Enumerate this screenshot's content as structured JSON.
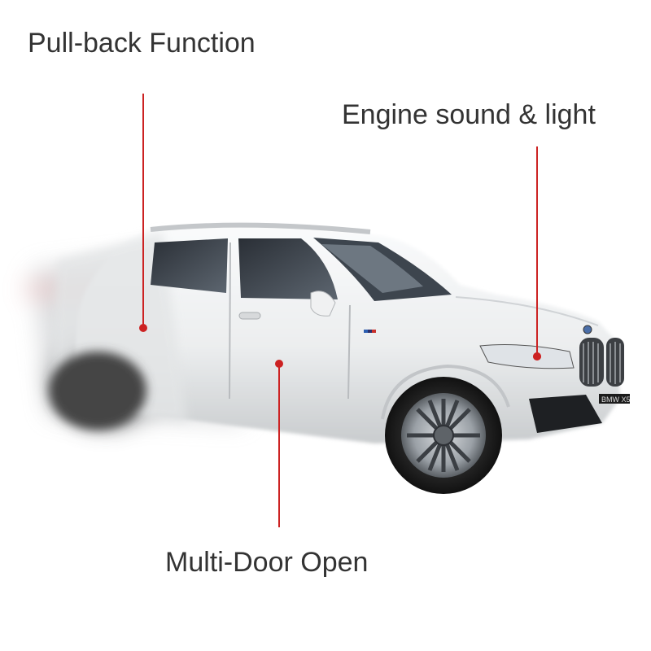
{
  "features": {
    "pull_back": "Pull-back Function",
    "engine": "Engine sound & light",
    "doors": "Multi-Door Open"
  },
  "car": {
    "plate_text": "BMW X5"
  },
  "colors": {
    "callout_line": "#cc2222",
    "label_text": "#333333",
    "car_body": "#eef0f1"
  }
}
